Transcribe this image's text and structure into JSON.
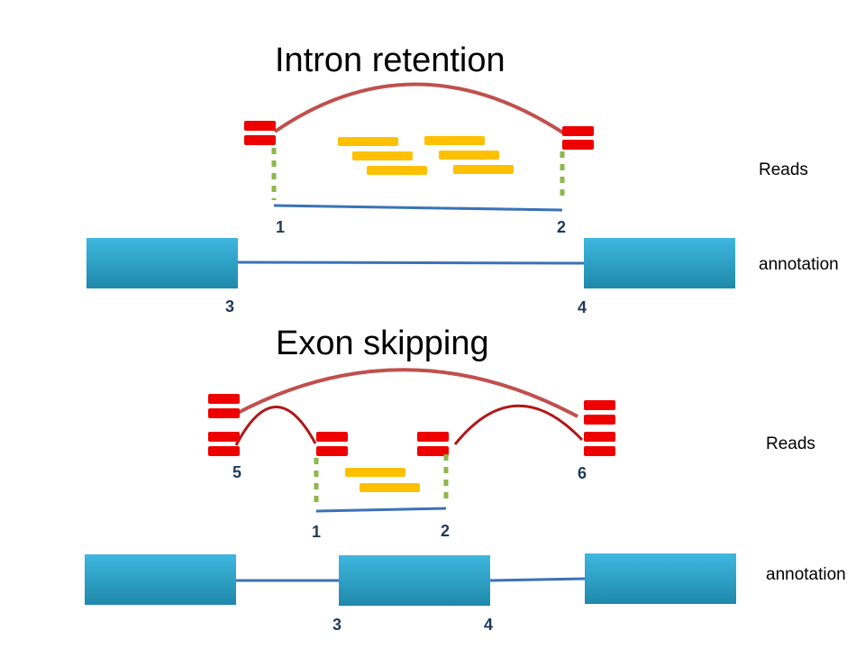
{
  "colors": {
    "exon_top": "#3fb7df",
    "exon_bottom": "#1f89ab",
    "intron_line": "#3a72b8",
    "split_read_block": "#ee0000",
    "junction_arc_long": "#c0504d",
    "junction_arc_short": "#b01818",
    "intronic_read": "#ffc000",
    "boundary_dots": "#8db84a"
  },
  "panels": [
    {
      "title": "Intron retention",
      "reads_label": "Reads",
      "annotation_label": "annotation",
      "read_numbers": [
        "1",
        "2"
      ],
      "annotation_numbers": [
        "3",
        "4"
      ]
    },
    {
      "title": "Exon skipping",
      "reads_label": "Reads",
      "annotation_label": "annotation",
      "read_numbers": [
        "5",
        "6",
        "1",
        "2"
      ],
      "annotation_numbers": [
        "3",
        "4"
      ]
    }
  ]
}
